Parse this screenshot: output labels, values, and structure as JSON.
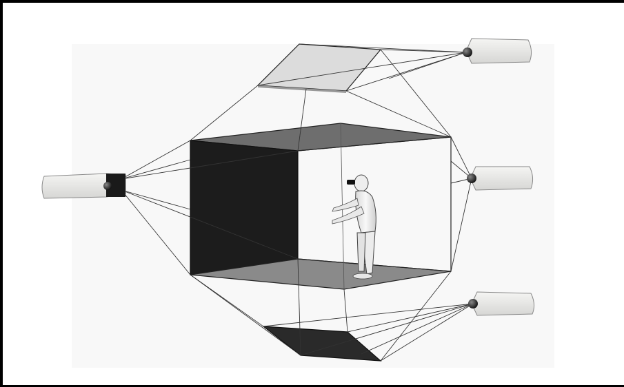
{
  "figure": {
    "kind": "cave-projection-system-illustration",
    "colors": {
      "frame": "#000000",
      "background": "#ffffff",
      "projector_body": "#e6e6e4",
      "projector_shade": "#c7c7c5",
      "projector_lens": "#222222",
      "wall_left": "#1c1c1c",
      "floor_panel": "#8a8a8a",
      "ceiling_panel": "#6e6e6e",
      "top_mirror": "#dcdcdc",
      "bottom_mirror": "#2a2a2a",
      "user_figure": "#eeeeee",
      "ray_lines": "#333333"
    },
    "components": [
      "left-projector",
      "top-projector",
      "right-projector",
      "bottom-projector",
      "top-mirror",
      "bottom-mirror",
      "cave-cube",
      "user-with-head-tracker"
    ]
  }
}
